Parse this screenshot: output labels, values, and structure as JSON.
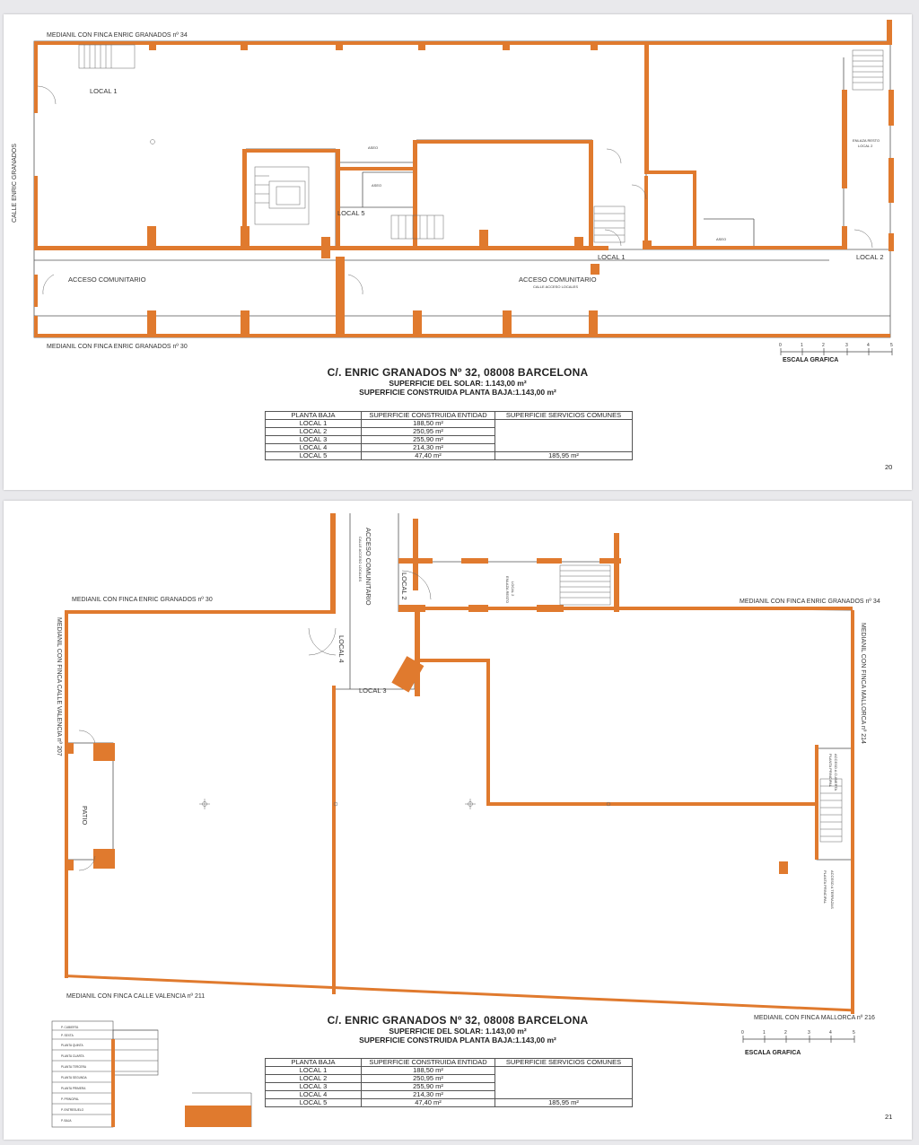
{
  "pages": [
    {
      "page_number": "20",
      "labels": {
        "medianil_top": "MEDIANIL CON FINCA ENRIC GRANADOS nº 34",
        "medianil_bottom": "MEDIANIL CON FINCA ENRIC GRANADOS nº 30",
        "street": "CALLE ENRIC GRANADOS",
        "local1": "LOCAL 1",
        "local1_b": "LOCAL 1",
        "local2": "LOCAL 2",
        "local5": "LOCAL 5",
        "aseo1": "ASEO",
        "aseo2": "ASEO",
        "aseo3": "ASEO",
        "enlaza": "ENLAZA RESTO",
        "enlaza2": "LOCAL 2",
        "acceso1": "ACCESO COMUNITARIO",
        "acceso2": "ACCESO COMUNITARIO",
        "acceso2_sub": "CALLE ACCESO LOCALES"
      },
      "scale_title": "ESCALA GRAFICA",
      "scale_ticks": [
        "0",
        "1",
        "2",
        "3",
        "4",
        "5"
      ],
      "title": "C/. ENRIC GRANADOS Nº 32, 08008 BARCELONA",
      "subtitle1": "SUPERFICIE DEL SOLAR: 1.143,00 m²",
      "subtitle2": "SUPERFICIE CONSTRUIDA PLANTA BAJA:1.143,00 m²"
    },
    {
      "page_number": "21",
      "labels": {
        "medianil_top_left": "MEDIANIL CON FINCA ENRIC GRANADOS nº 30",
        "medianil_top_right": "MEDIANIL CON FINCA ENRIC GRANADOS nº 34",
        "medianil_left": "MEDIANIL CON FINCA CALLE VALENCIA nº 207",
        "medianil_right": "MEDIANIL CON FINCA MALLORCA nº 214",
        "medianil_bottom_left": "MEDIANIL CON FINCA CALLE VALENCIA nº 211",
        "medianil_bottom_right": "MEDIANIL CON FINCA MALLORCA nº 216",
        "acceso": "ACCESO COMUNITARIO",
        "acceso_sub": "CALLE ACCESO LOCALES",
        "local2": "LOCAL 2",
        "local3": "LOCAL 3",
        "local4": "LOCAL 4",
        "enlaza": "ENLAZA RESTO",
        "enlaza2": "LOCAL 2",
        "patio": "PATIO",
        "acceso_cubierta": "ACCESO A CUBIERTA",
        "acceso_cubierta2": "PLANTA PRINCIPAL",
        "acceso_terrazas": "ACCESO A TERRAZAS",
        "acceso_terrazas2": "PLANTA PRINCIPAL"
      },
      "section_floors": [
        "P. CUBIERTA",
        "P. SEXTA",
        "PLANTA QUINTA",
        "PLANTA CUARTA",
        "PLANTA TERCERA",
        "PLANTA SEGUNDA",
        "PLANTA PRIMERA",
        "P. PRINCIPAL",
        "P. ENTRESUELO",
        "P. BAJA"
      ],
      "scale_title": "ESCALA GRAFICA",
      "scale_ticks": [
        "0",
        "1",
        "2",
        "3",
        "4",
        "5"
      ],
      "title": "C/. ENRIC GRANADOS Nº 32, 08008 BARCELONA",
      "subtitle1": "SUPERFICIE DEL SOLAR: 1.143,00 m²",
      "subtitle2": "SUPERFICIE CONSTRUIDA PLANTA BAJA:1.143,00 m²"
    }
  ],
  "table": {
    "headers": [
      "PLANTA BAJA",
      "SUPERFICIE CONSTRUIDA ENTIDAD",
      "SUPERFICIE SERVICIOS COMUNES"
    ],
    "rows": [
      [
        "LOCAL 1",
        "188,50 m²",
        ""
      ],
      [
        "LOCAL 2",
        "250,95 m²",
        ""
      ],
      [
        "LOCAL 3",
        "255,90 m²",
        ""
      ],
      [
        "LOCAL 4",
        "214,30 m²",
        ""
      ],
      [
        "LOCAL 5",
        "47,40 m²",
        "185,95 m²"
      ]
    ]
  },
  "colors": {
    "wall": "#e07a2e",
    "wall_dark": "#c85a12",
    "line": "#555555",
    "page_bg": "#ffffff",
    "gutter": "#e9e9ec"
  }
}
